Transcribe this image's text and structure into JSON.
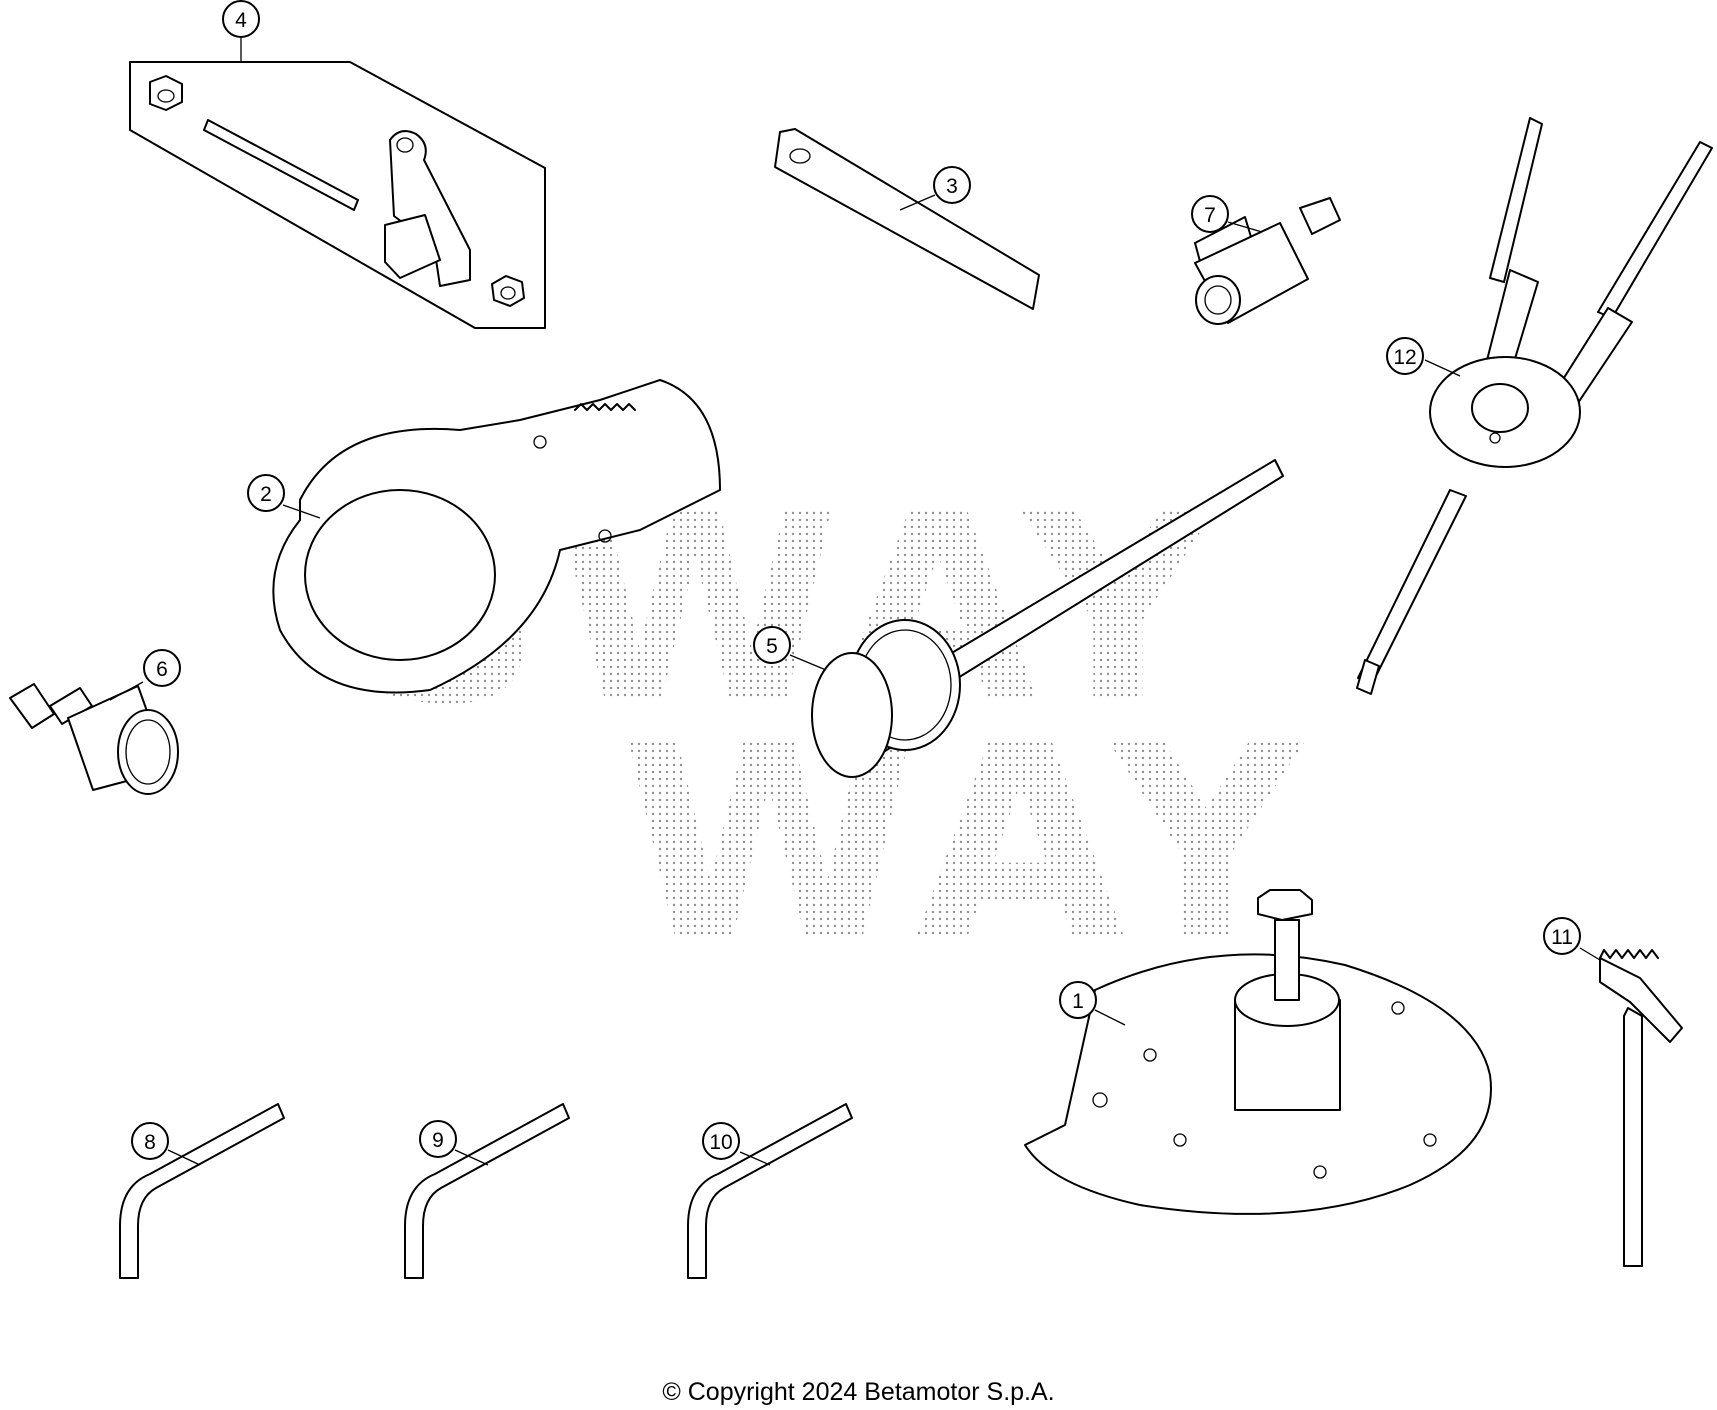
{
  "copyright": "© Copyright 2024 Betamotor S.p.A.",
  "watermark": {
    "text": "SWAY",
    "color": "#8f8f8f"
  },
  "callouts": [
    {
      "id": "c1",
      "label": "1",
      "part": "flywheel-puller"
    },
    {
      "id": "c2",
      "label": "2",
      "part": "ring-nut-wrench"
    },
    {
      "id": "c3",
      "label": "3",
      "part": "flat-bar-wrench"
    },
    {
      "id": "c4",
      "label": "4",
      "part": "tool-kit-bracket"
    },
    {
      "id": "c5",
      "label": "5",
      "part": "cylindrical-wrench"
    },
    {
      "id": "c6",
      "label": "6",
      "part": "threaded-puller"
    },
    {
      "id": "c7",
      "label": "7",
      "part": "socket-wrench"
    },
    {
      "id": "c8",
      "label": "8",
      "part": "hex-key"
    },
    {
      "id": "c9",
      "label": "9",
      "part": "hex-key"
    },
    {
      "id": "c10",
      "label": "10",
      "part": "hex-key"
    },
    {
      "id": "c11",
      "label": "11",
      "part": "toothed-hook-tool"
    },
    {
      "id": "c12",
      "label": "12",
      "part": "fork-tool"
    }
  ]
}
